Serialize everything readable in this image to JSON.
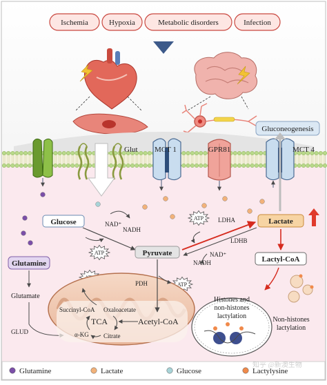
{
  "stimuli": [
    "Ischemia",
    "Hypoxia",
    "Metabolic disorders",
    "Infection"
  ],
  "membrane_labels": {
    "glut": "Glut",
    "mct1": "MCT 1",
    "gpr81": "GPR81",
    "mct4": "MCT 4"
  },
  "boxes": {
    "gluconeogenesis": "Gluconeogenesis",
    "glucose": "Glucose",
    "pyruvate": "Pyruvate",
    "lactate": "Lactate",
    "lactyl_coa": "Lactyl-CoA",
    "glutamine": "Glutamine"
  },
  "metabolism": {
    "nad_plus_1": "NAD⁺",
    "nadh_1": "NADH",
    "atp_1": "ATP",
    "atp_2": "ATP",
    "atp_3": "ATP",
    "atp_4": "ATP",
    "ldha": "LDHA",
    "ldhb": "LDHB",
    "nad_plus_2": "NAD⁺",
    "nadh_2": "NADH",
    "pdh": "PDH",
    "glutamate": "Glutamate",
    "glud": "GLUD",
    "succinyl_coa": "Succinyl-CoA",
    "oxaloacetate": "Oxaloacetate",
    "tca": "TCA",
    "acetyl_coa": "Acetyl-CoA",
    "akg": "α-KG",
    "citrate": "Citrate",
    "histones_line1": "Histones and",
    "histones_line2": "non-histones",
    "histones_line3": "lactylation",
    "nonhistones_line1": "Non-histones",
    "nonhistones_line2": "lactylation"
  },
  "legend": [
    {
      "label": "Glutamine",
      "color": "#7b4fa8"
    },
    {
      "label": "Lactate",
      "color": "#f2b27a"
    },
    {
      "label": "Glucose",
      "color": "#a8d4d8"
    },
    {
      "label": "Lactylysine",
      "color": "#f08a4b"
    }
  ],
  "watermark": "知乎 @新澳生物",
  "colors": {
    "stimulus_fill": "#fde6e3",
    "stimulus_stroke": "#c9473f",
    "cytoplasm": "#fbe9ee",
    "membrane_head": "#b8d98a",
    "lactate_box": "#f7d4a3",
    "pyruvate_box": "#e4e4e4",
    "red_arrow": "#d62b1e"
  }
}
